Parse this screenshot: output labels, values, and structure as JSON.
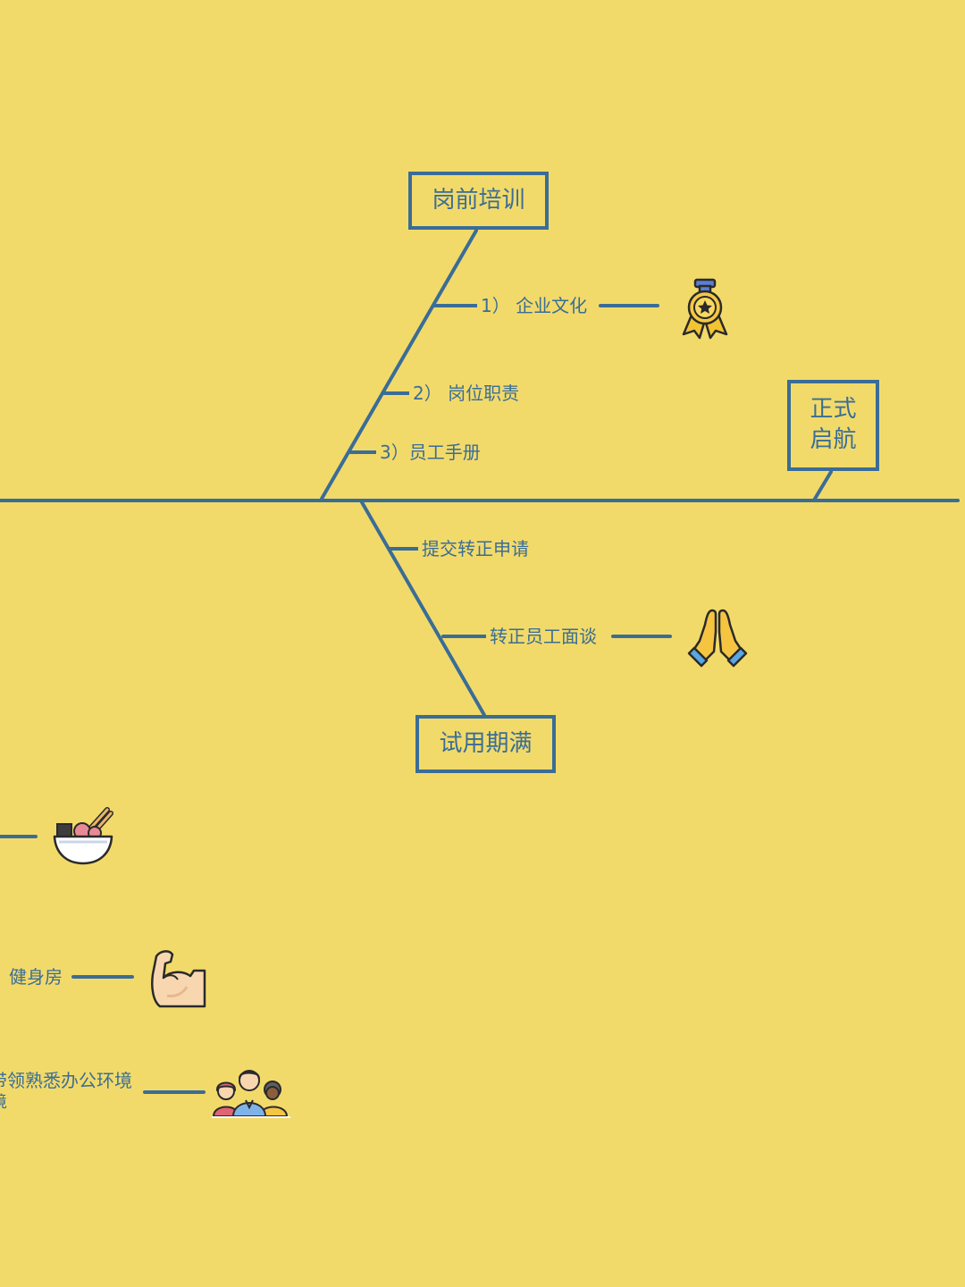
{
  "nodes": {
    "pre_job_training": "岗前培训",
    "official_launch": "正式\n启航",
    "probation_complete": "试用期满"
  },
  "branch_items": {
    "corporate_culture": "1） 企业文化",
    "job_responsibilities": "2） 岗位职责",
    "employee_handbook": "3）员工手册",
    "submit_regularization": "提交转正申请",
    "regularization_interview": "转正员工面谈",
    "gym": "健身房",
    "office_tour_line1": "带领熟悉办公环境",
    "office_tour_line2": "境"
  },
  "icons": {
    "medal": "medal-icon",
    "praying_hands": "praying-hands-icon",
    "noodle_bowl": "noodle-bowl-icon",
    "flexed_biceps": "flexed-biceps-icon",
    "people_group": "people-group-icon"
  },
  "colors": {
    "background": "#f2da6a",
    "line": "#3a6d96"
  }
}
